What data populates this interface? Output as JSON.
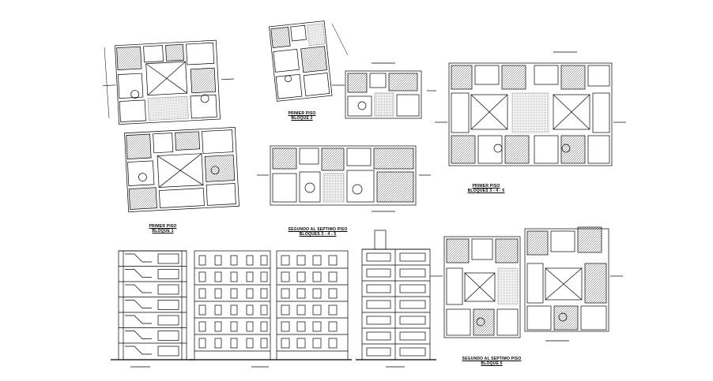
{
  "drawing": {
    "colors": {
      "line": "#000000",
      "background": "#ffffff",
      "accent": "#1a1a1a"
    },
    "plans": [
      {
        "id": "bloque1",
        "title": "PRIMER PISO",
        "subtitle": "BLOQUE 1"
      },
      {
        "id": "bloque2",
        "title": "PRIMER PISO",
        "subtitle": "BLOQUE 2"
      },
      {
        "id": "bloques345_primer",
        "title": "PRIMER PISO",
        "subtitle": "BLOQUES 3 - 4 - 5"
      },
      {
        "id": "bloques345_segundo",
        "title": "SEGUNDO AL SEPTIMO PISO",
        "subtitle": "BLOQUES 3 - 4 - 5"
      },
      {
        "id": "bloque5_segundo",
        "title": "SEGUNDO AL SEPTIMO PISO",
        "subtitle": "BLOQUE 5"
      }
    ]
  }
}
